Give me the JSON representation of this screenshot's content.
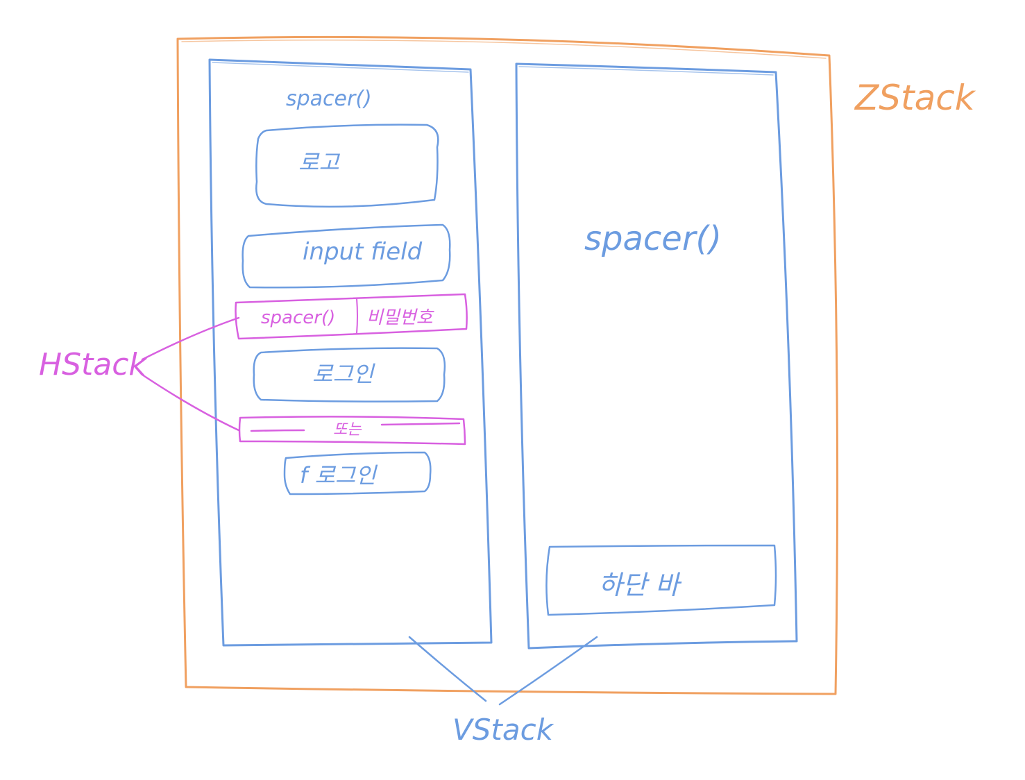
{
  "colors": {
    "zstack": "#f0a060",
    "vstack": "#6c9ce0",
    "hstack": "#d860e0",
    "background": "#ffffff"
  },
  "labels": {
    "zstack": "ZStack",
    "vstack": "VStack",
    "hstack": "HStack"
  },
  "left_column": {
    "top_spacer": "spacer()",
    "logo": "로고",
    "input_field": "input field",
    "hstack_spacer": "spacer()",
    "forgot_password": "비밀번호",
    "login_button": "로그인",
    "divider_text": "또는",
    "facebook_login": "f 로그인"
  },
  "right_column": {
    "spacer": "spacer()",
    "bottom_bar": "하단 바"
  }
}
